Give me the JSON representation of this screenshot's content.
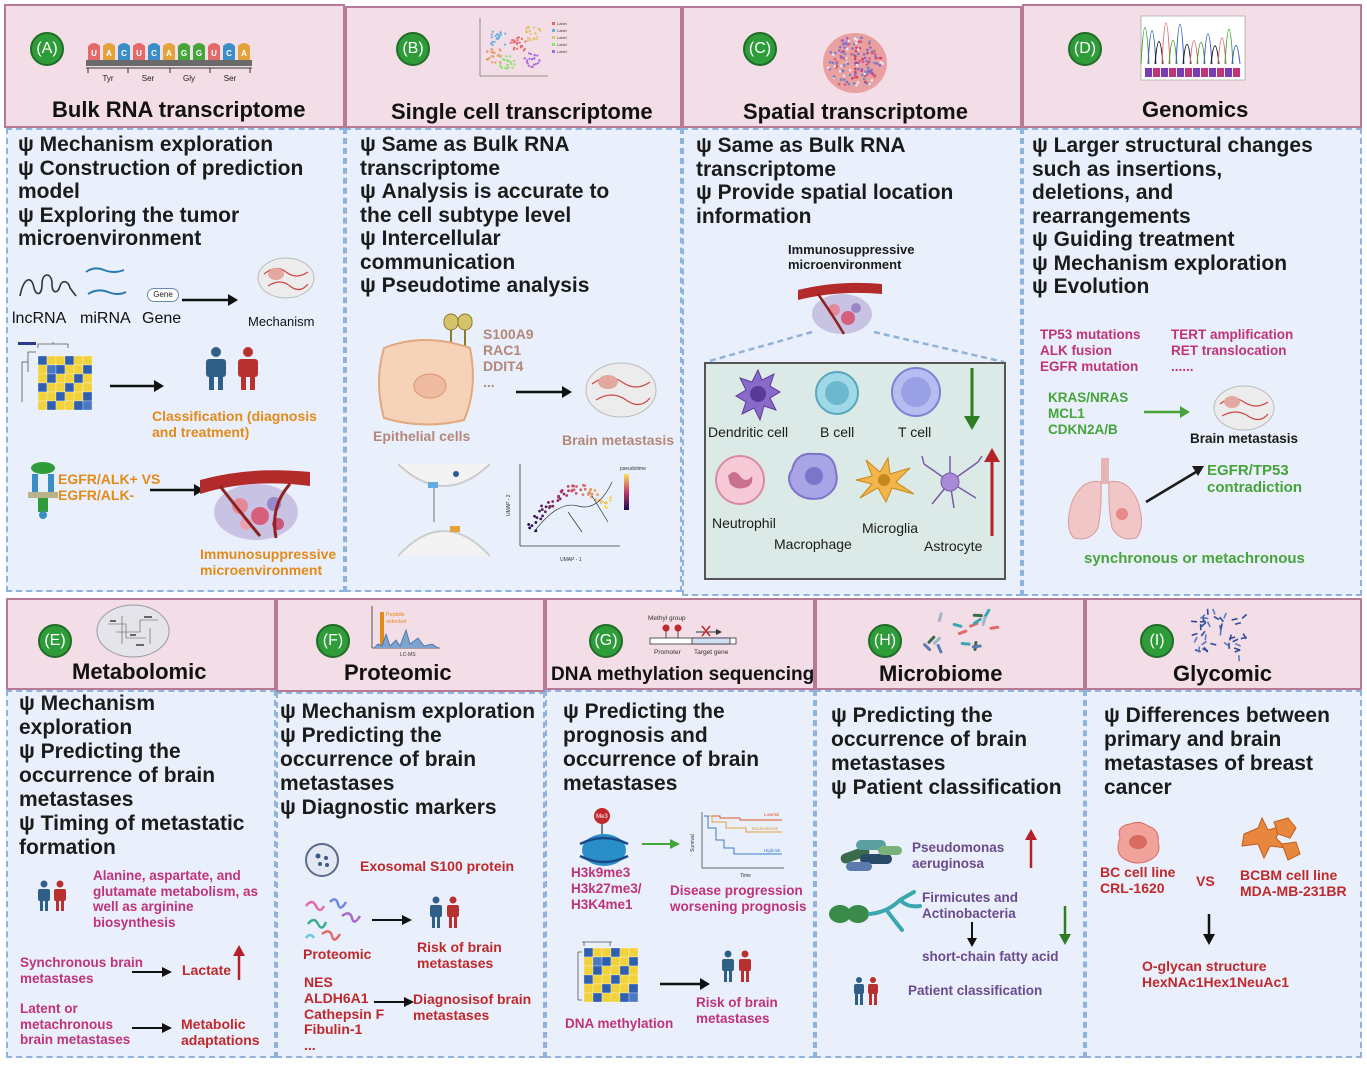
{
  "panelA": {
    "badge": "(A)",
    "title": "Bulk RNA transcriptome",
    "bullets": [
      "ψ Mechanism exploration",
      "ψ Construction of prediction",
      "model",
      "ψ Exploring the tumor",
      "microenvironment"
    ],
    "rna_letters": [
      "U",
      "A",
      "C",
      "U",
      "C",
      "A",
      "G",
      "G",
      "U",
      "C",
      "A"
    ],
    "amino_acids": [
      "Tyr",
      "Ser",
      "Gly",
      "Ser"
    ],
    "lncrna": "lncRNA",
    "mirna": "miRNA",
    "gene": "Gene",
    "gene_box": "Gene",
    "mechanism": "Mechanism",
    "classification": "Classification (diagnosis and treatment)",
    "egfr": "EGFR/ALK+ VS EGFR/ALK-",
    "immuno": "Immunosuppressive microenvironment"
  },
  "panelB": {
    "badge": "(B)",
    "title": "Single cell transcriptome",
    "bullets": [
      "ψ Same as Bulk RNA",
      "transcriptome",
      "ψ Analysis is accurate to",
      "the cell subtype level",
      "ψ Intercellular",
      "communication",
      "ψ Pseudotime analysis"
    ],
    "genes": [
      "S100A9",
      "RAC1",
      "DDIT4",
      "..."
    ],
    "epithelial": "Epithelial cells",
    "brain_met": "Brain metastasis",
    "umap_x": "UMAP - 1",
    "umap_y": "UMAP - 2",
    "pseudotime": "pseudotime"
  },
  "panelC": {
    "badge": "(C)",
    "title": "Spatial transcriptome",
    "bullets": [
      "ψ Same as Bulk RNA",
      "transcriptome",
      "ψ Provide spatial location",
      "information"
    ],
    "immuno": "Immunosuppressive microenvironment",
    "cells": [
      "Dendritic cell",
      "B cell",
      "T cell",
      "Neutrophil",
      "Macrophage",
      "Microglia",
      "Astrocyte"
    ]
  },
  "panelD": {
    "badge": "(D)",
    "title": "Genomics",
    "bullets": [
      "ψ Larger structural changes",
      "such as insertions,",
      "deletions, and",
      "rearrangements",
      "ψ Guiding treatment",
      "ψ Mechanism exploration",
      "ψ Evolution"
    ],
    "mutations_left": [
      "TP53 mutations",
      "ALK fusion",
      "EGFR mutation"
    ],
    "mutations_right": [
      "TERT amplification",
      "RET translocation",
      "......"
    ],
    "genes_green": [
      "KRAS/NRAS",
      "MCL1",
      "CDKN2A/B"
    ],
    "brain_met": "Brain metastasis",
    "contradiction": "EGFR/TP53 contradiction",
    "synchronous": "synchronous or metachronous"
  },
  "panelE": {
    "badge": "(E)",
    "title": "Metabolomic",
    "bullets": [
      "ψ Mechanism",
      "exploration",
      "ψ  Predicting the",
      "occurrence of brain",
      "metastases",
      "ψ Timing of metastatic",
      "formation"
    ],
    "alanine": "Alanine, aspartate, and glutamate metabolism, as well as arginine biosynthesis",
    "synchronous": "Synchronous brain metastases",
    "lactate": "Lactate",
    "latent": "Latent or metachronous brain metastases",
    "metabolic": "Metabolic adaptations"
  },
  "panelF": {
    "badge": "(F)",
    "title": "Proteomic",
    "bullets": [
      "ψ Mechanism exploration",
      "ψ  Predicting the",
      "occurrence of brain",
      "metastases",
      "ψ Diagnostic markers"
    ],
    "peptide": "Peptide selected",
    "lcms": "LC-MS",
    "exosomal": "Exosomal S100 protein",
    "proteomic": "Proteomic",
    "risk": "Risk of brain metastases",
    "markers": [
      "NES",
      "ALDH6A1",
      "Cathepsin F",
      "Fibulin-1",
      "..."
    ],
    "diagnosis": "Diagnosisof brain metastases"
  },
  "panelG": {
    "badge": "(G)",
    "title": "DNA methylation sequencing",
    "bullets": [
      "ψ Predicting the",
      "prognosis and",
      "occurrence of brain",
      "metastases"
    ],
    "methyl_group": "Methyl group",
    "promoter": "Promoter",
    "target_gene": "Target gene",
    "marks": [
      "H3k9me3",
      "H3k27me3/",
      "H3K4me1"
    ],
    "me": "Me3",
    "disease": "Disease progression worsening prognosis",
    "dna_meth": "DNA methylation",
    "risk": "Risk of brain metastases",
    "survival_y": "Survival",
    "survival_x": "Time",
    "survival_legend": [
      "Lowrisk",
      "Moderaterisk",
      "Highrisk"
    ]
  },
  "panelH": {
    "badge": "(H)",
    "title": "Microbiome",
    "bullets": [
      "ψ  Predicting the",
      "occurrence of brain",
      "metastases",
      "ψ Patient classification"
    ],
    "pseudomonas": "Pseudomonas aeruginosa",
    "firmicutes": "Firmicutes and Actinobacteria",
    "scfa": "short-chain fatty acid",
    "patient": "Patient classification"
  },
  "panelI": {
    "badge": "(I)",
    "title": "Glycomic",
    "bullets": [
      "ψ  Differences between",
      "primary and brain",
      "metastases of breast",
      "cancer"
    ],
    "bc": "BC cell line CRL-1620",
    "vs": "VS",
    "bcbm": "BCBM cell line MDA-MB-231BR",
    "oglycan": "O-glycan structure HexNAc1Hex1NeuAc1"
  },
  "colors": {
    "header_bg": "#f3dde6",
    "panel_bg": "#e9f0fb",
    "badge_green": "#2f9c3a",
    "pink_text": "#c0327a",
    "orange_text": "#e48a1a",
    "green_text": "#46a43a",
    "red_text": "#c0282c"
  }
}
